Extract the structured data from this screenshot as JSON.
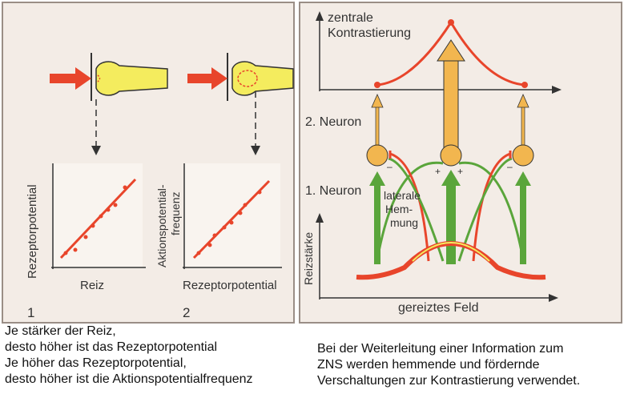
{
  "left_panel": {
    "graph1": {
      "number": "1",
      "y_label": "Rezeptorpotential",
      "x_label": "Reiz"
    },
    "graph2": {
      "number": "2",
      "y_label_line1": "Aktionspotential-",
      "y_label_line2": "frequenz",
      "x_label": "Rezeptorpotential"
    }
  },
  "right_panel": {
    "top_label_line1": "zentrale",
    "top_label_line2": "Kontrastierung",
    "neuron2_label": "2. Neuron",
    "neuron1_label": "1. Neuron",
    "lateral_label_line1": "laterale",
    "lateral_label_line2": "Hem-",
    "lateral_label_line3": "mung",
    "y_axis_label": "Reizstärke",
    "x_axis_label": "gereiztes Feld"
  },
  "captions": {
    "left": [
      "Je stärker der Reiz,",
      "desto höher ist das Rezeptorpotential",
      "Je höher das Rezeptorpotential,",
      "desto höher ist die Aktionspotentialfrequenz"
    ],
    "right": [
      "Bei der Weiterleitung einer Information zum",
      "ZNS werden hemmende und fördernde",
      "Verschaltungen zur Kontrastierung verwendet."
    ]
  },
  "colors": {
    "panel": "#f3ece6",
    "stimulus": "#e8452b",
    "receptor": "#f4ec5e",
    "neuron": "#f2b64f",
    "excitation": "#5aa53b",
    "line": "#e8452b"
  }
}
